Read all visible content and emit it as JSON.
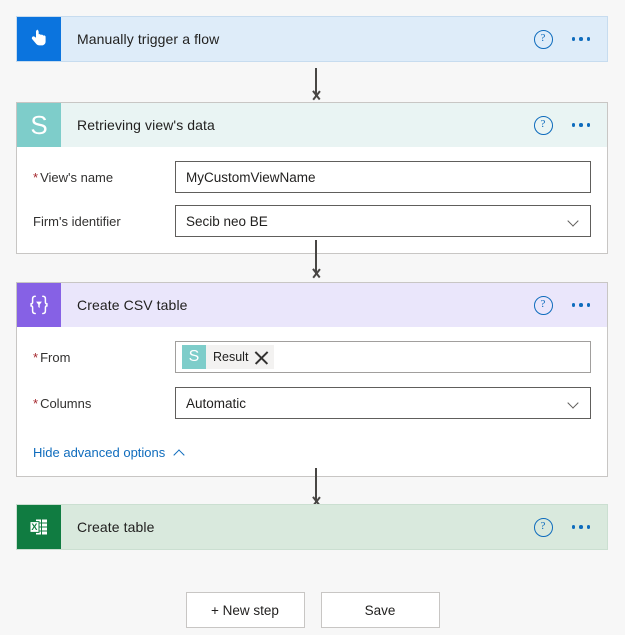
{
  "flow": {
    "steps": [
      {
        "id": "manually-trigger-a-flow",
        "title": "Manually trigger a flow",
        "icon": "hand-pointer-icon",
        "icon_color": "#0b74de",
        "header_color": "#deecf9",
        "collapsed": true
      },
      {
        "id": "retrieving-views-data",
        "title": "Retrieving view's data",
        "icon": "letter-s-icon",
        "icon_color": "#7ecdca",
        "header_color": "#e9f4f3",
        "collapsed": false,
        "fields": [
          {
            "name": "views-name",
            "label": "View's name",
            "required": true,
            "type": "text",
            "value": "MyCustomViewName",
            "placeholder": ""
          },
          {
            "name": "firms-identifier",
            "label": "Firm's identifier",
            "required": false,
            "type": "dropdown",
            "value": "Secib neo BE"
          }
        ]
      },
      {
        "id": "create-csv-table",
        "title": "Create CSV table",
        "icon": "data-operations-icon",
        "icon_color": "#8661e5",
        "header_color": "#eae6fb",
        "collapsed": false,
        "fields": [
          {
            "name": "from",
            "label": "From",
            "required": true,
            "type": "token",
            "token": {
              "icon_letter": "S",
              "icon_color": "#7ecdca",
              "label": "Result",
              "remove_icon": "close-icon"
            }
          },
          {
            "name": "columns",
            "label": "Columns",
            "required": true,
            "type": "dropdown",
            "value": "Automatic"
          }
        ],
        "advanced_options": {
          "label": "Hide advanced options",
          "icon": "chevron-up-icon",
          "color": "#0f6cbd"
        }
      },
      {
        "id": "create-table",
        "title": "Create table",
        "icon": "excel-icon",
        "icon_color": "#107c41",
        "header_color": "#d9e9dd",
        "collapsed": true
      }
    ],
    "header_actions": {
      "help_label": "?",
      "help_icon": "help-circle-icon",
      "menu_icon": "more-options-icon"
    },
    "footer": {
      "new_step_label": "+ New step",
      "save_label": "Save"
    },
    "connector_icon": "down-arrow-icon"
  }
}
